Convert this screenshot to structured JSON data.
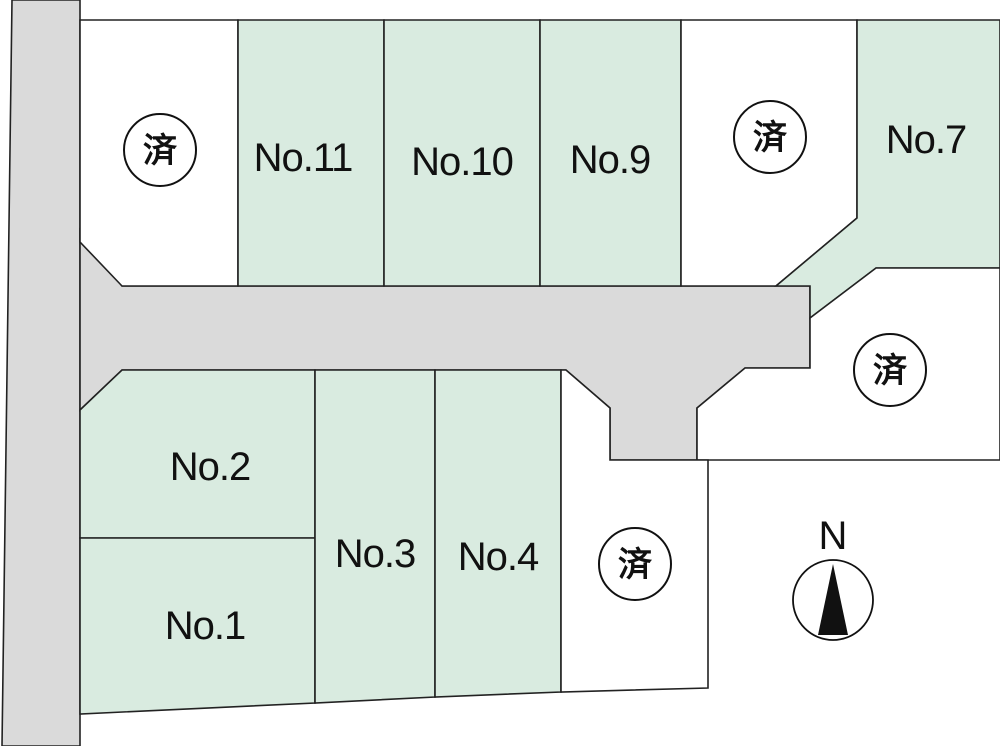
{
  "map": {
    "lots": {
      "no1": "No.1",
      "no2": "No.2",
      "no3": "No.3",
      "no4": "No.4",
      "no7": "No.7",
      "no9": "No.9",
      "no10": "No.10",
      "no11": "No.11"
    },
    "sold_mark": "済",
    "north_label": "N",
    "colors": {
      "available_lot": "#d9ebe0",
      "sold_lot": "#ffffff",
      "road": "#dadada"
    }
  }
}
